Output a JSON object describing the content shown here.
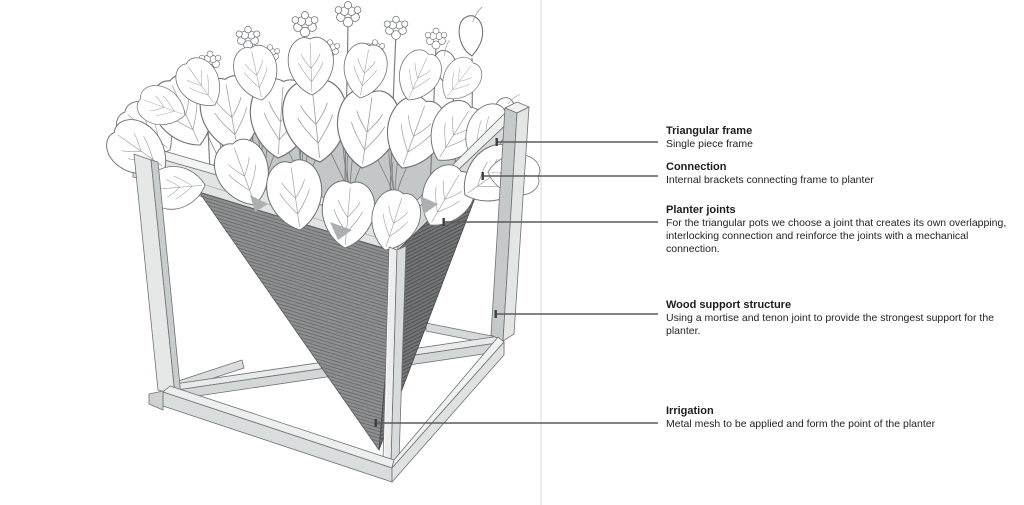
{
  "figure": {
    "name": "triangular-planter-annotated-diagram",
    "description_visible_text_only": true
  },
  "annotations": [
    {
      "title": "Triangular frame",
      "body": "Single piece frame"
    },
    {
      "title": "Connection",
      "body": "Internal brackets connecting frame to planter"
    },
    {
      "title": "Planter joints",
      "body": "For the triangular pots we choose a joint that creates its own overlapping, interlocking connection and reinforce the joints with a mechanical connection."
    },
    {
      "title": "Wood support structure",
      "body": "Using a mortise and tenon joint to provide the strongest support for the planter."
    },
    {
      "title": "Irrigation",
      "body": "Metal mesh to be applied and form the point of the planter"
    }
  ],
  "colors": {
    "background": "#ffffff",
    "text_ink": "#1d1d1f",
    "leader_line": "#5a5a5a",
    "divider_line": "#dbdbdb",
    "wood_light": "#e8eaea",
    "wood_shadow": "#c9cccc",
    "mesh_left_face": "#8f9191",
    "mesh_right_face": "#717374"
  }
}
